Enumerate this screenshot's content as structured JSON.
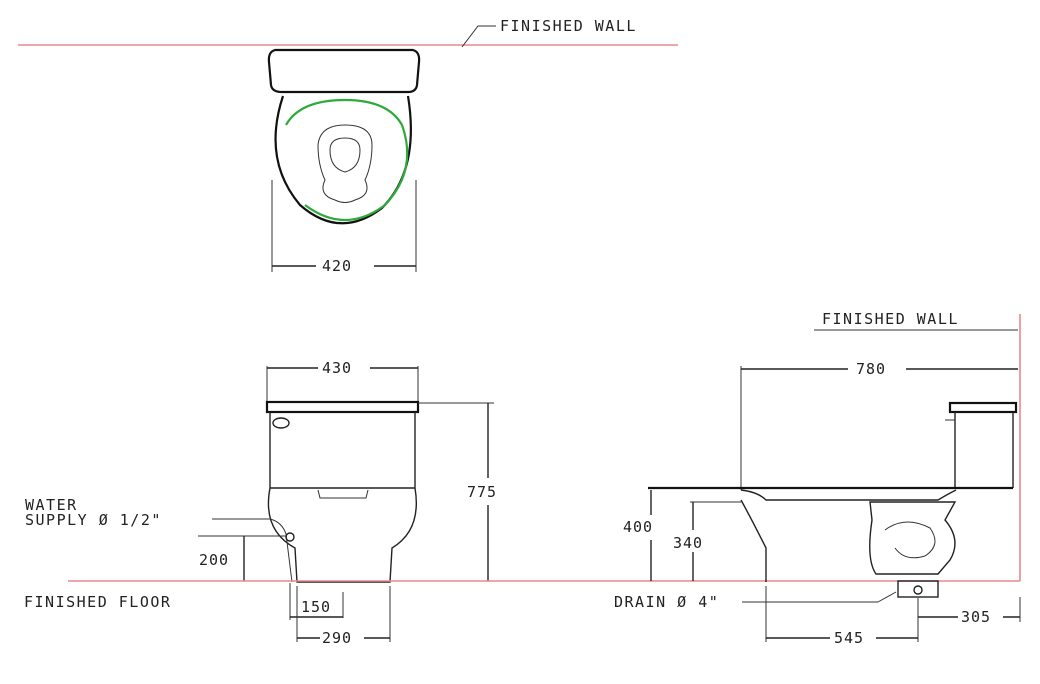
{
  "labels": {
    "finished_wall_top": "FINISHED WALL",
    "finished_wall_side": "FINISHED WALL",
    "finished_floor": "FINISHED FLOOR",
    "water_supply_line1": "WATER",
    "water_supply_line2": "SUPPLY Ø 1/2\"",
    "drain": "DRAIN Ø 4\""
  },
  "dimensions": {
    "top_width": "420",
    "front_tank_width": "430",
    "front_height": "775",
    "supply_height": "200",
    "supply_offset": "150",
    "base_width": "290",
    "side_length": "780",
    "seat_height": "400",
    "rim_height": "340",
    "drain_to_front": "545",
    "drain_to_wall": "305"
  },
  "colors": {
    "reference_line": "#e8898f",
    "seat_highlight": "#2eaa3a",
    "linework": "#222222"
  }
}
